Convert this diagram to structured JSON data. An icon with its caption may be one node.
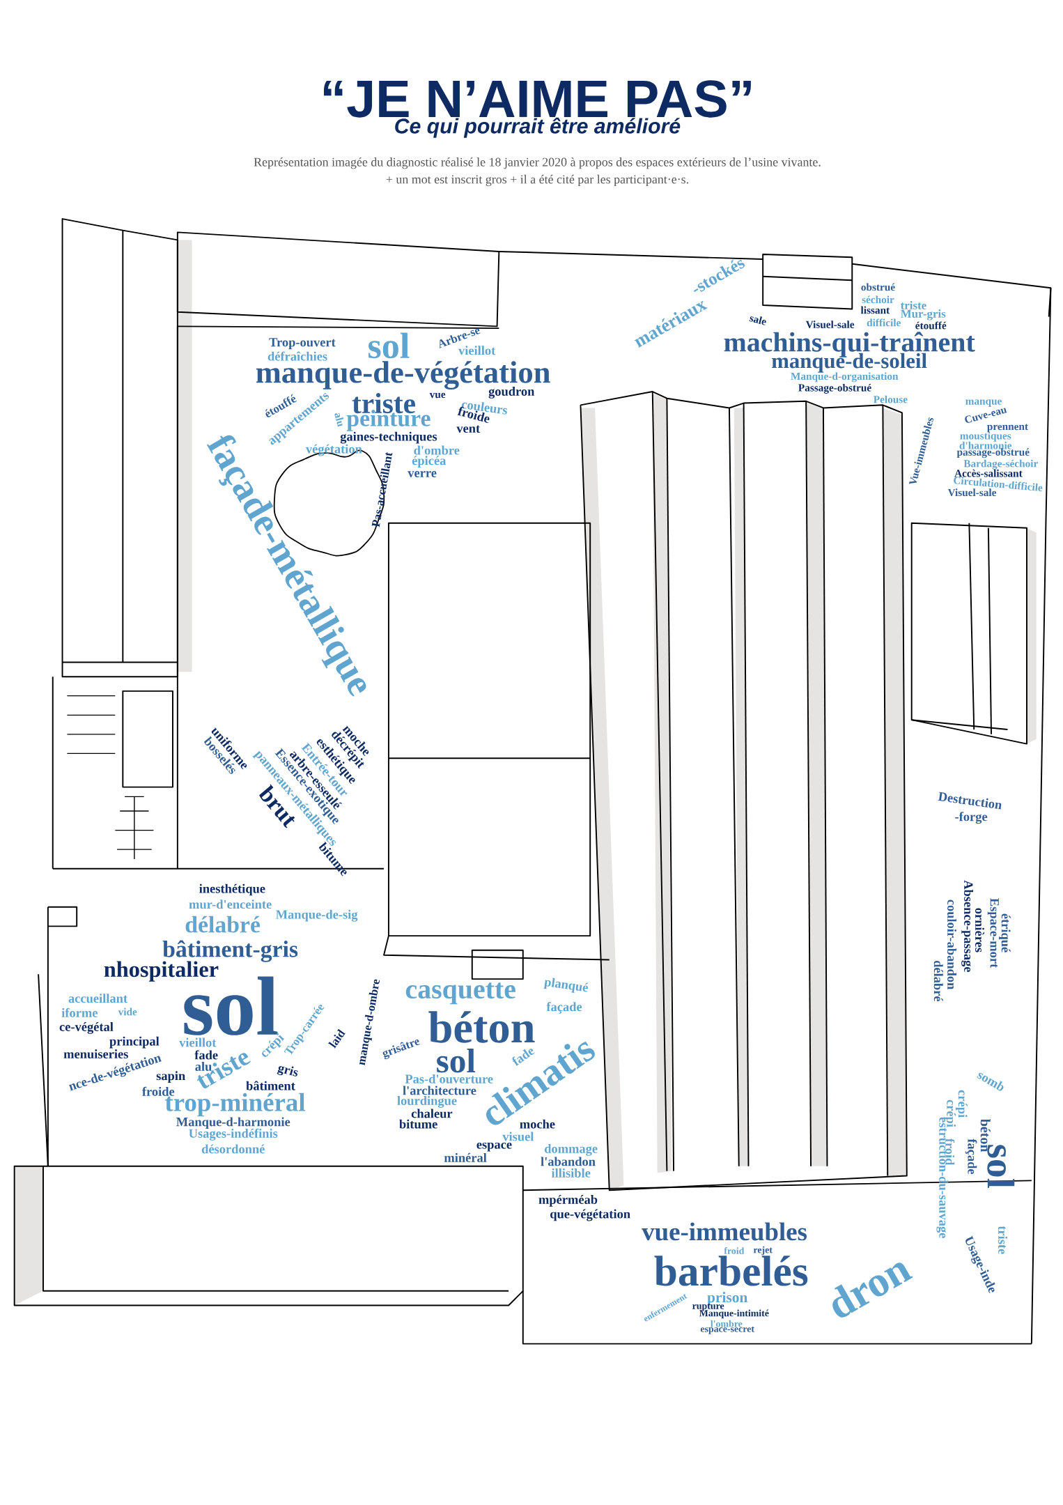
{
  "diagram": {
    "title": "“JE N’AIME PAS”",
    "labels": [
      "Ce qui pourrait être amélioré",
      "Représentation imagée du diagnostic réalisé le 18 janvier 2020 à propos des espaces extérieurs de l’usine vivante.",
      "+ un mot est inscrit gros + il a été cité par les participant·e·s.",
      "Trop-ouvert",
      "sol",
      "Arbre-se",
      "vieillot",
      "défraîchies",
      "manque-de-végétation",
      "goudron",
      "vue",
      "triste",
      "couleurs",
      "étouffé",
      "appartements",
      "alu",
      "peinture",
      "froide",
      "vent",
      "gaines-techniques",
      "végétation",
      "d'ombre",
      "épicéa",
      "Pas-accueillant",
      "verre",
      "façade-métallique",
      "matériaux",
      "-stockés",
      "sale",
      "obstrué",
      "séchoir",
      "triste",
      "lissant",
      "Mur-gris",
      "Visuel-sale",
      "difficile",
      "étouffé",
      "machins-qui-traînent",
      "manque-de-soleil",
      "Manque-d-organisation",
      "Passage-obstrué",
      "Pelouse",
      "Vue-immeubles",
      "manque",
      "Cuve-eau",
      "prennent",
      "moustiques",
      "d'harmonie",
      "passage-obstrué",
      "Bardage-séchoir",
      "Accès-salissant",
      "Circulation-difficile",
      "Visuel-sale",
      "moche",
      "décrépit",
      "esthétique",
      "Entrée-tour",
      "arbre-esseulé",
      "Essence-exotique",
      "panneaux-métalliques",
      "uniforme",
      "bosselés",
      "brut",
      "bitume",
      "inesthétique",
      "mur-d'enceinte",
      "Manque-de-sig",
      "délabré",
      "bâtiment-gris",
      "nhospitalier",
      "sol",
      "accueillant",
      "iforme",
      "vide",
      "ce-végétal",
      "principal",
      "vieillot",
      "menuiseries",
      "fade",
      "nce-de-végétation",
      "alu",
      "sapin",
      "triste",
      "crépi",
      "gris",
      "bâtiment",
      "froide",
      "trop-minéral",
      "Trop-carrée",
      "laid",
      "manque-d-ombre",
      "Manque-d-harmonie",
      "Usages-indéfinis",
      "désordonné",
      "casquette",
      "planqué",
      "façade",
      "béton",
      "grisâtre",
      "sol",
      "fade",
      "climatis",
      "Pas-d'ouverture",
      "l'architecture",
      "lourdingue",
      "chaleur",
      "bitume",
      "moche",
      "visuel",
      "espace",
      "minéral",
      "dommage",
      "l'abandon",
      "illisible",
      "mpérméab",
      "que-végétation",
      "vue-immeubles",
      "barbelés",
      "froid",
      "rejet",
      "prison",
      "enfermement",
      "rupture",
      "Manque-intimité",
      "l'ombre",
      "espace-secret",
      "dron",
      "Destruction",
      "-forge",
      "délabré",
      "couloir-abandon",
      "Absence-passage",
      "ornières",
      "Espace-mort",
      "étriqué",
      "estruction-du-sauvage",
      "somb",
      "crépi",
      "crépi",
      "froid",
      "façade",
      "Usage-inde",
      "sol",
      "béton",
      "triste"
    ]
  }
}
